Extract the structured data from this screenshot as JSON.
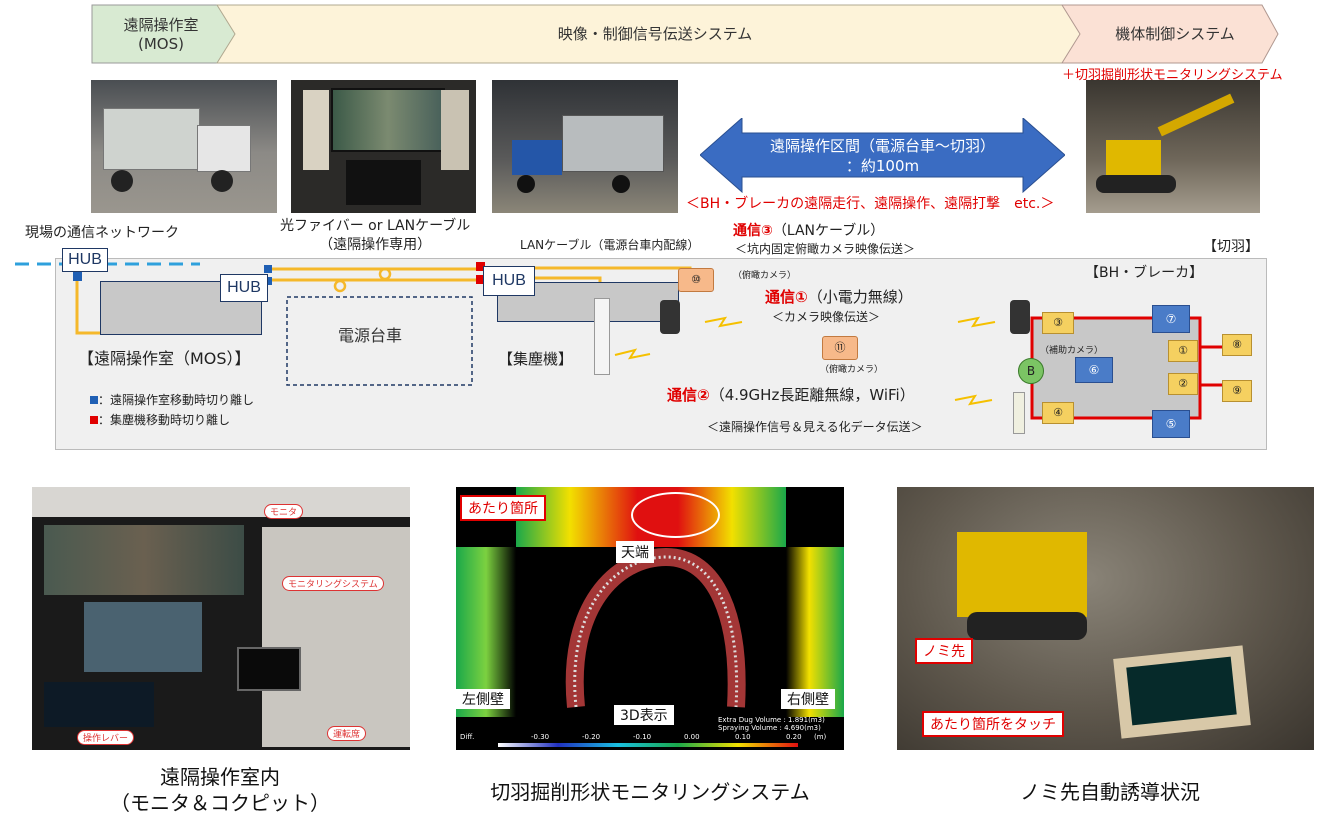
{
  "flow": {
    "stage1_line1": "遠隔操作室",
    "stage1_line2": "(MOS)",
    "stage2": "映像・制御信号伝送システム",
    "stage3": "機体制御システム",
    "stage3_addition": "＋切羽掘削形状モニタリングシステム"
  },
  "arrow": {
    "line1": "遠隔操作区間（電源台車〜切羽）",
    "line2": "：約100m"
  },
  "operations_note": "＜BH・ブレーカの遠隔走行、遠隔操作、遠隔打撃　etc.＞",
  "network": {
    "site_network": "現場の通信ネットワーク",
    "fiber_line1": "光ファイバー or LANケーブル",
    "fiber_line2": "（遠隔操作専用）",
    "lan_cable": "LANケーブル（電源台車内配線）",
    "hub": "HUB",
    "mos_room": "【遠隔操作室（MOS）】",
    "power_cart": "電源台車",
    "dust_collector": "【集塵機】",
    "face_label": "【切羽】",
    "bh_breaker": "【BH・ブレーカ】",
    "legend_blue": "：遠隔操作室移動時切り離し",
    "legend_red": "：集塵機移動時切り離し",
    "comm1_prefix": "通信①",
    "comm1_title": "（小電力無線）",
    "comm1_sub": "＜カメラ映像伝送＞",
    "comm2_prefix": "通信②",
    "comm2_title": "（4.9GHz長距離無線，WiFi）",
    "comm2_sub": "＜遠隔操作信号＆見える化データ伝送＞",
    "comm3_prefix": "通信③",
    "comm3_title": "（LANケーブル）",
    "comm3_sub": "＜坑内固定俯瞰カメラ映像伝送＞",
    "overhead_camera": "（俯瞰カメラ）",
    "aux_camera": "（補助カメラ）",
    "cam10": "⑩",
    "cam11": "⑪",
    "cam1": "①",
    "cam2": "②",
    "cam3": "③",
    "cam4": "④",
    "cam5": "⑤",
    "cam6": "⑥",
    "cam7": "⑦",
    "cam8": "⑧",
    "cam9": "⑨",
    "camB": "B"
  },
  "photo1": {
    "tag_monitor": "モニタ",
    "tag_monitoring": "モニタリングシステム",
    "tag_lever": "操作レバー",
    "tag_seat": "運転席"
  },
  "photo2": {
    "contact_point": "あたり箇所",
    "crown": "天端",
    "left_wall": "左側壁",
    "right_wall": "右側壁",
    "view_3d": "3D表示",
    "extra_dug": "Extra Dug Volume : 1.891(m3)",
    "spraying": "Spraying Volume : 4.690(m3)",
    "diff": "Diff.",
    "scale": [
      "-0.30",
      "-0.20",
      "-0.10",
      "0.00",
      "0.10",
      "0.20",
      "(m)"
    ]
  },
  "photo3": {
    "chisel_tip": "ノミ先",
    "touch_contact": "あたり箇所をタッチ"
  },
  "captions": {
    "c1_line1": "遠隔操作室内",
    "c1_line2": "（モニタ＆コクピット）",
    "c2": "切羽掘削形状モニタリングシステム",
    "c3": "ノミ先自動誘導状況"
  }
}
